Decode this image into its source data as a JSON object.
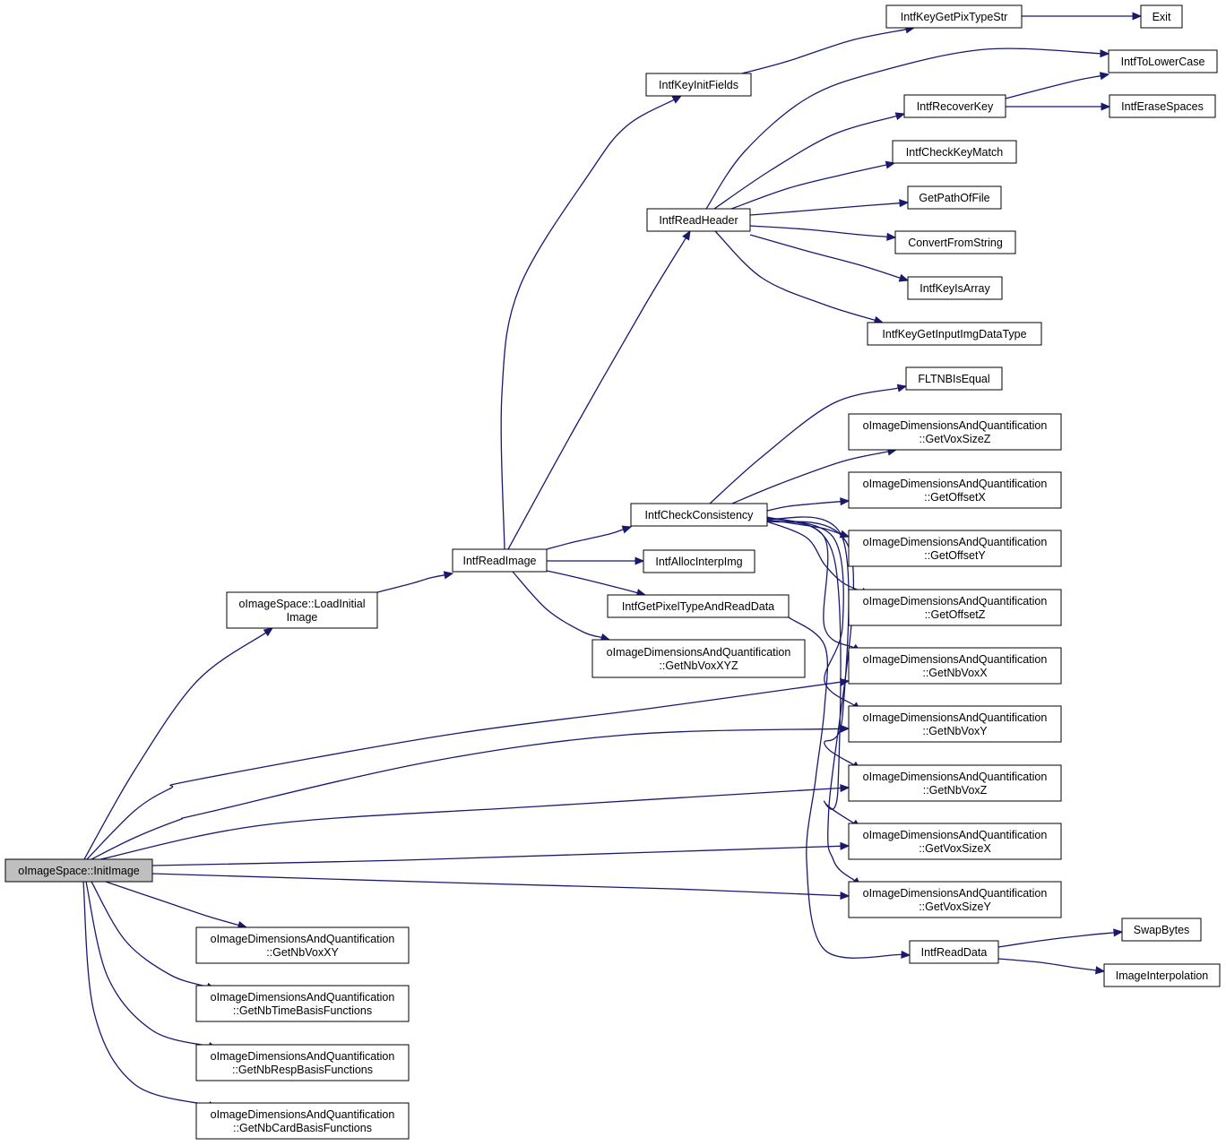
{
  "root": "n0",
  "nodes": [
    {
      "id": "n0",
      "lines": [
        "oImageSpace::InitImage"
      ]
    },
    {
      "id": "n1",
      "lines": [
        "oImageSpace::LoadInitial",
        "Image"
      ]
    },
    {
      "id": "n2",
      "lines": [
        "IntfReadImage"
      ]
    },
    {
      "id": "n3",
      "lines": [
        "IntfKeyInitFields"
      ]
    },
    {
      "id": "n4",
      "lines": [
        "IntfKeyGetPixTypeStr"
      ]
    },
    {
      "id": "n5",
      "lines": [
        "Exit"
      ]
    },
    {
      "id": "n6",
      "lines": [
        "IntfToLowerCase"
      ]
    },
    {
      "id": "n7",
      "lines": [
        "IntfRecoverKey"
      ]
    },
    {
      "id": "n8",
      "lines": [
        "IntfEraseSpaces"
      ]
    },
    {
      "id": "n9",
      "lines": [
        "IntfCheckKeyMatch"
      ]
    },
    {
      "id": "n10",
      "lines": [
        "IntfReadHeader"
      ]
    },
    {
      "id": "n11",
      "lines": [
        "GetPathOfFile"
      ]
    },
    {
      "id": "n12",
      "lines": [
        "ConvertFromString"
      ]
    },
    {
      "id": "n13",
      "lines": [
        "IntfKeyIsArray"
      ]
    },
    {
      "id": "n14",
      "lines": [
        "IntfKeyGetInputImgDataType"
      ]
    },
    {
      "id": "n15",
      "lines": [
        "FLTNBIsEqual"
      ]
    },
    {
      "id": "n16",
      "lines": [
        "oImageDimensionsAndQuantification",
        "::GetVoxSizeZ"
      ]
    },
    {
      "id": "n17",
      "lines": [
        "oImageDimensionsAndQuantification",
        "::GetOffsetX"
      ]
    },
    {
      "id": "n18",
      "lines": [
        "IntfCheckConsistency"
      ]
    },
    {
      "id": "n19",
      "lines": [
        "oImageDimensionsAndQuantification",
        "::GetOffsetY"
      ]
    },
    {
      "id": "n20",
      "lines": [
        "IntfAllocInterpImg"
      ]
    },
    {
      "id": "n21",
      "lines": [
        "IntfGetPixelTypeAndReadData"
      ]
    },
    {
      "id": "n22",
      "lines": [
        "oImageDimensionsAndQuantification",
        "::GetOffsetZ"
      ]
    },
    {
      "id": "n23",
      "lines": [
        "oImageDimensionsAndQuantification",
        "::GetNbVoxXYZ"
      ]
    },
    {
      "id": "n24",
      "lines": [
        "oImageDimensionsAndQuantification",
        "::GetNbVoxX"
      ]
    },
    {
      "id": "n25",
      "lines": [
        "oImageDimensionsAndQuantification",
        "::GetNbVoxY"
      ]
    },
    {
      "id": "n26",
      "lines": [
        "oImageDimensionsAndQuantification",
        "::GetNbVoxZ"
      ]
    },
    {
      "id": "n27",
      "lines": [
        "oImageDimensionsAndQuantification",
        "::GetVoxSizeX"
      ]
    },
    {
      "id": "n28",
      "lines": [
        "oImageDimensionsAndQuantification",
        "::GetVoxSizeY"
      ]
    },
    {
      "id": "n29",
      "lines": [
        "IntfReadData"
      ]
    },
    {
      "id": "n30",
      "lines": [
        "SwapBytes"
      ]
    },
    {
      "id": "n31",
      "lines": [
        "ImageInterpolation"
      ]
    },
    {
      "id": "n32",
      "lines": [
        "oImageDimensionsAndQuantification",
        "::GetNbVoxXY"
      ]
    },
    {
      "id": "n33",
      "lines": [
        "oImageDimensionsAndQuantification",
        "::GetNbTimeBasisFunctions"
      ]
    },
    {
      "id": "n34",
      "lines": [
        "oImageDimensionsAndQuantification",
        "::GetNbRespBasisFunctions"
      ]
    },
    {
      "id": "n35",
      "lines": [
        "oImageDimensionsAndQuantification",
        "::GetNbCardBasisFunctions"
      ]
    }
  ],
  "edges": [
    [
      "n0",
      "n1"
    ],
    [
      "n0",
      "n24"
    ],
    [
      "n0",
      "n25"
    ],
    [
      "n0",
      "n26"
    ],
    [
      "n0",
      "n27"
    ],
    [
      "n0",
      "n28"
    ],
    [
      "n0",
      "n32"
    ],
    [
      "n0",
      "n33"
    ],
    [
      "n0",
      "n34"
    ],
    [
      "n0",
      "n35"
    ],
    [
      "n1",
      "n2"
    ],
    [
      "n2",
      "n3"
    ],
    [
      "n2",
      "n10"
    ],
    [
      "n2",
      "n18"
    ],
    [
      "n2",
      "n20"
    ],
    [
      "n2",
      "n21"
    ],
    [
      "n2",
      "n23"
    ],
    [
      "n3",
      "n4"
    ],
    [
      "n4",
      "n5"
    ],
    [
      "n10",
      "n6"
    ],
    [
      "n10",
      "n7"
    ],
    [
      "n10",
      "n9"
    ],
    [
      "n10",
      "n11"
    ],
    [
      "n10",
      "n12"
    ],
    [
      "n10",
      "n13"
    ],
    [
      "n10",
      "n14"
    ],
    [
      "n7",
      "n6"
    ],
    [
      "n7",
      "n8"
    ],
    [
      "n18",
      "n15"
    ],
    [
      "n18",
      "n16"
    ],
    [
      "n18",
      "n17"
    ],
    [
      "n18",
      "n19"
    ],
    [
      "n18",
      "n22"
    ],
    [
      "n18",
      "n24"
    ],
    [
      "n18",
      "n25"
    ],
    [
      "n18",
      "n26"
    ],
    [
      "n18",
      "n27"
    ],
    [
      "n18",
      "n28"
    ],
    [
      "n21",
      "n29"
    ],
    [
      "n29",
      "n30"
    ],
    [
      "n29",
      "n31"
    ]
  ]
}
